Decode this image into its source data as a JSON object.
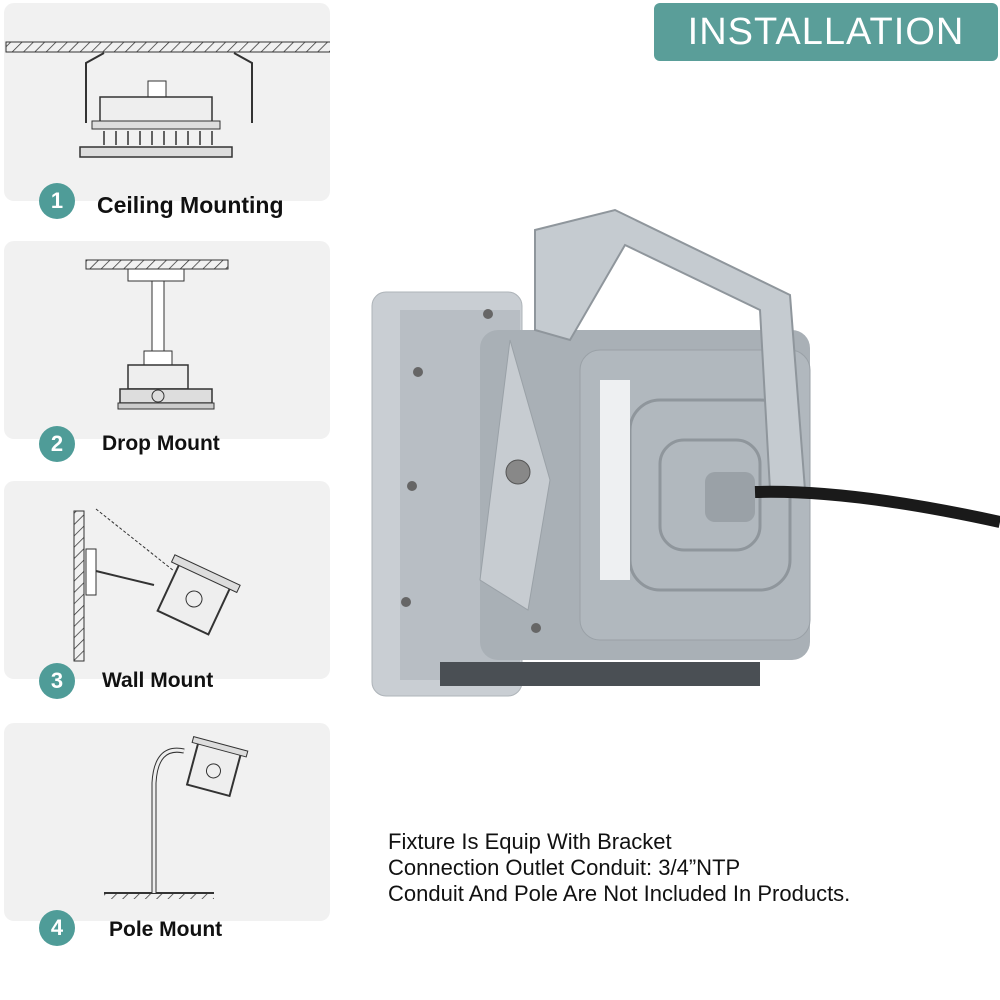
{
  "banner": {
    "title": "INSTALLATION"
  },
  "mounts": [
    {
      "number": "1",
      "label": "Ceiling Mounting"
    },
    {
      "number": "2",
      "label": "Drop Mount"
    },
    {
      "number": "3",
      "label": "Wall Mount"
    },
    {
      "number": "4",
      "label": "Pole Mount"
    }
  ],
  "notes": [
    "Fixture Is Equip With Bracket",
    "Connection Outlet Conduit: 3/4”NTP",
    "Conduit And Pole Are Not Included In Products."
  ],
  "colors": {
    "accent": "#5a9e99",
    "card": "#f1f1f1"
  }
}
